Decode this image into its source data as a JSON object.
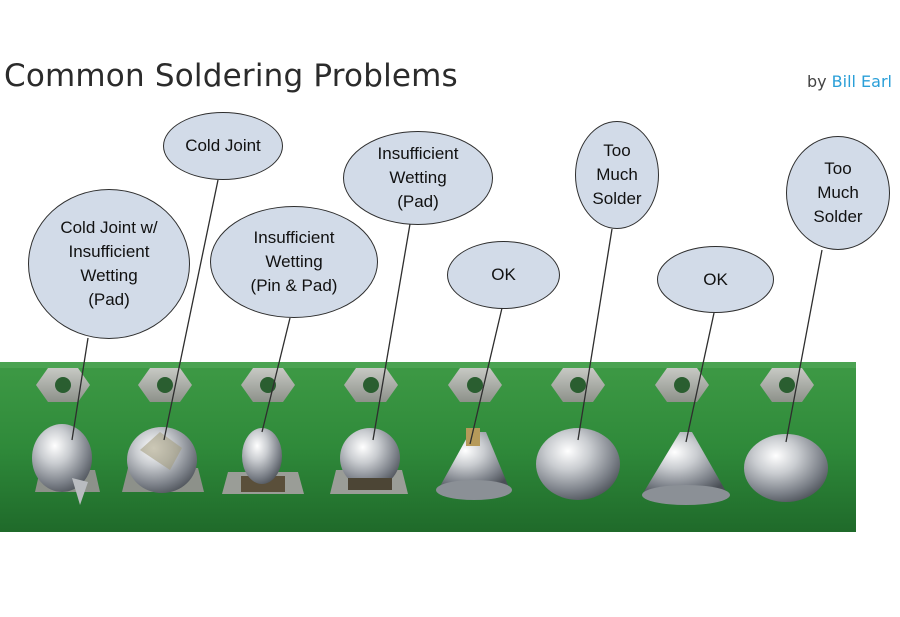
{
  "header": {
    "title": "Common Soldering Problems",
    "by": "by",
    "author": "Bill Earl"
  },
  "colors": {
    "pcb": "#2f8a3a",
    "bubble_fill": "#d2dbe8",
    "author_link": "#2a9fd8"
  },
  "callouts": [
    {
      "label": "Cold Joint w/\nInsufficient\nWetting\n(Pad)"
    },
    {
      "label": "Cold Joint"
    },
    {
      "label": "Insufficient\nWetting\n(Pin & Pad)"
    },
    {
      "label": "Insufficient\nWetting\n(Pad)"
    },
    {
      "label": "OK"
    },
    {
      "label": "Too\nMuch\nSolder"
    },
    {
      "label": "OK"
    },
    {
      "label": "Too\nMuch\nSolder"
    }
  ]
}
